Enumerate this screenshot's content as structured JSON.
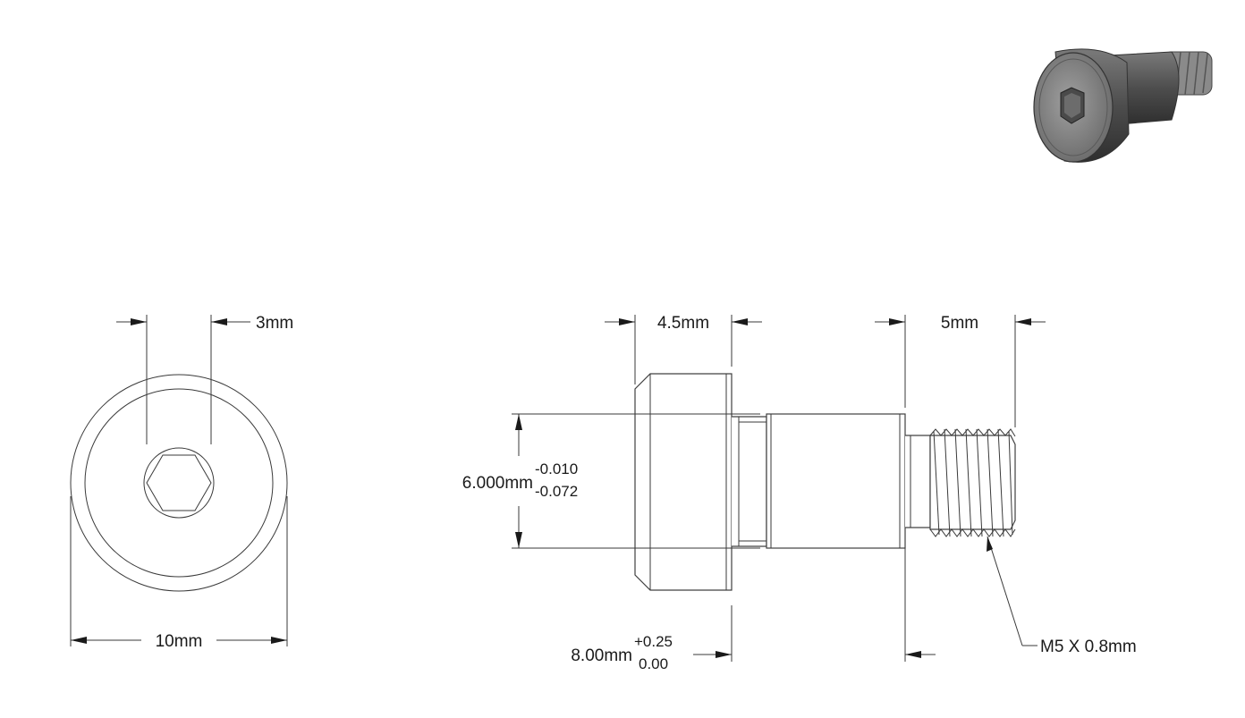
{
  "front_view": {
    "hex_width": "3mm",
    "head_diameter": "10mm"
  },
  "side_view": {
    "head_length": "4.5mm",
    "thread_length": "5mm",
    "shoulder_diameter": {
      "nominal": "6.000mm",
      "upper_tol": "-0.010",
      "lower_tol": "-0.072"
    },
    "shoulder_length": {
      "nominal": "8.00mm",
      "upper_tol": "+0.25",
      "lower_tol": "0.00"
    },
    "thread_callout": "M5 X 0.8mm"
  },
  "iso_view": {
    "icon": "socket-shoulder-screw-3d-icon"
  },
  "colors": {
    "line": "#3a3a3a",
    "text": "#1a1a1a",
    "iso_body": "#5a5a5a",
    "iso_face": "#8c8c8c"
  }
}
